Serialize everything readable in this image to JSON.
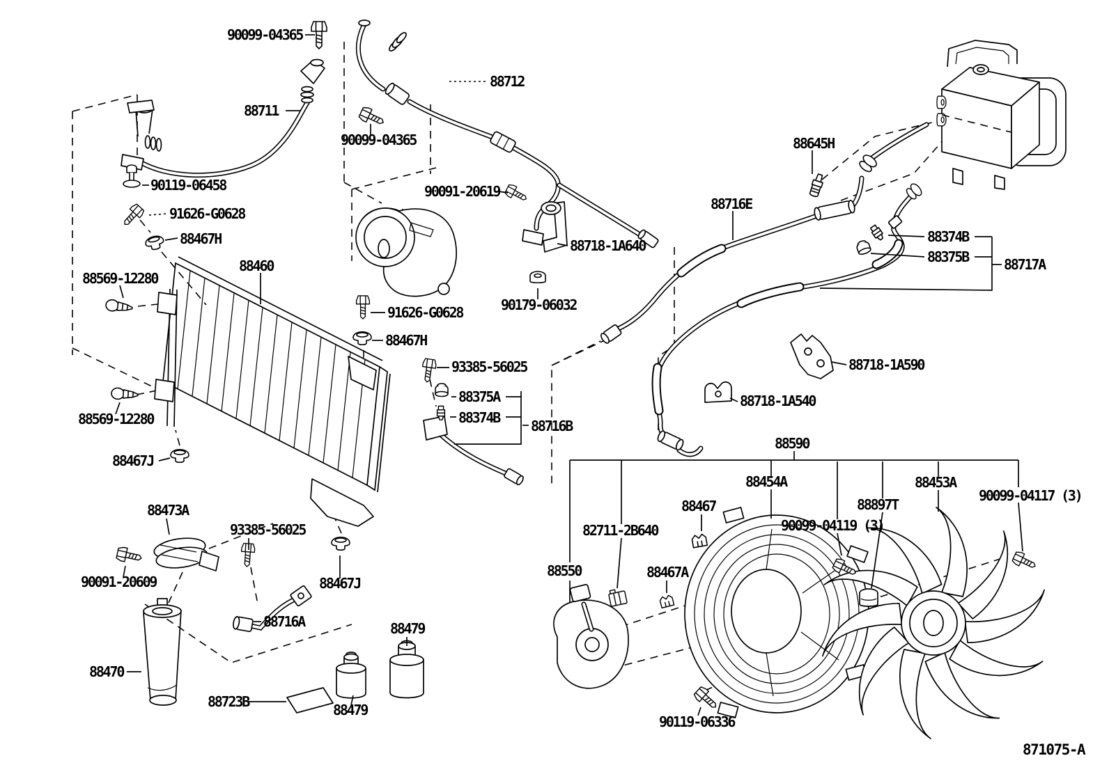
{
  "diagram": {
    "code": "871075-A",
    "labels": [
      {
        "id": "90099-04365-a",
        "text": "90099-04365"
      },
      {
        "id": "88711",
        "text": "88711"
      },
      {
        "id": "90099-04365-b",
        "text": "90099-04365"
      },
      {
        "id": "88712",
        "text": "88712"
      },
      {
        "id": "90119-06458",
        "text": "90119-06458"
      },
      {
        "id": "91626-G0628-a",
        "text": "91626-G0628"
      },
      {
        "id": "88467H-a",
        "text": "88467H"
      },
      {
        "id": "88460",
        "text": "88460"
      },
      {
        "id": "88569-12280-a",
        "text": "88569-12280"
      },
      {
        "id": "88569-12280-b",
        "text": "88569-12280"
      },
      {
        "id": "88467J-a",
        "text": "88467J"
      },
      {
        "id": "90091-20619",
        "text": "90091-20619"
      },
      {
        "id": "88718-1A640",
        "text": "88718-1A640"
      },
      {
        "id": "90179-06032",
        "text": "90179-06032"
      },
      {
        "id": "91626-G0628-b",
        "text": "91626-G0628"
      },
      {
        "id": "88467H-b",
        "text": "88467H"
      },
      {
        "id": "93385-56025-a",
        "text": "93385-56025"
      },
      {
        "id": "88375A",
        "text": "88375A"
      },
      {
        "id": "88374B-a",
        "text": "88374B"
      },
      {
        "id": "88716B",
        "text": "88716B"
      },
      {
        "id": "88716E",
        "text": "88716E"
      },
      {
        "id": "88645H",
        "text": "88645H"
      },
      {
        "id": "88374B-b",
        "text": "88374B"
      },
      {
        "id": "88375B",
        "text": "88375B"
      },
      {
        "id": "88717A",
        "text": "88717A"
      },
      {
        "id": "88718-1A590",
        "text": "88718-1A590"
      },
      {
        "id": "88718-1A540",
        "text": "88718-1A540"
      },
      {
        "id": "88590",
        "text": "88590"
      },
      {
        "id": "88454A",
        "text": "88454A"
      },
      {
        "id": "88453A",
        "text": "88453A"
      },
      {
        "id": "90099-04117",
        "text": "90099-04117 (3)"
      },
      {
        "id": "88897T",
        "text": "88897T"
      },
      {
        "id": "88467",
        "text": "88467"
      },
      {
        "id": "90099-04119",
        "text": "90099-04119 (3)"
      },
      {
        "id": "82711-2B640",
        "text": "82711-2B640"
      },
      {
        "id": "88550",
        "text": "88550"
      },
      {
        "id": "88467A",
        "text": "88467A"
      },
      {
        "id": "88473A",
        "text": "88473A"
      },
      {
        "id": "93385-56025-b",
        "text": "93385-56025"
      },
      {
        "id": "90091-20609",
        "text": "90091-20609"
      },
      {
        "id": "88467J-b",
        "text": "88467J"
      },
      {
        "id": "88716A",
        "text": "88716A"
      },
      {
        "id": "88470",
        "text": "88470"
      },
      {
        "id": "88479-a",
        "text": "88479"
      },
      {
        "id": "88723B",
        "text": "88723B"
      },
      {
        "id": "88479-b",
        "text": "88479"
      },
      {
        "id": "90119-06336",
        "text": "90119-06336"
      },
      {
        "id": "ref-code",
        "text": "871075-A"
      }
    ]
  }
}
